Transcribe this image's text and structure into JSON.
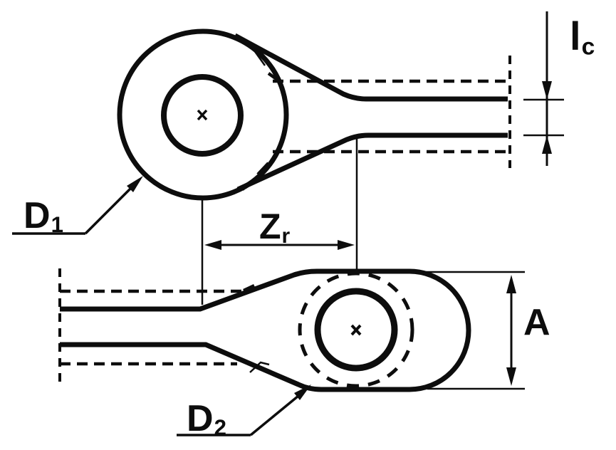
{
  "colors": {
    "ink": "#0d0d0d",
    "background": "#ffffff"
  },
  "labels": {
    "d1": {
      "main": "D",
      "sub": "1"
    },
    "d2": {
      "main": "D",
      "sub": "2"
    },
    "zr": {
      "main": "Z",
      "sub": "r"
    },
    "a": {
      "main": "A"
    },
    "lc": {
      "main": "l",
      "sub": "c"
    }
  }
}
